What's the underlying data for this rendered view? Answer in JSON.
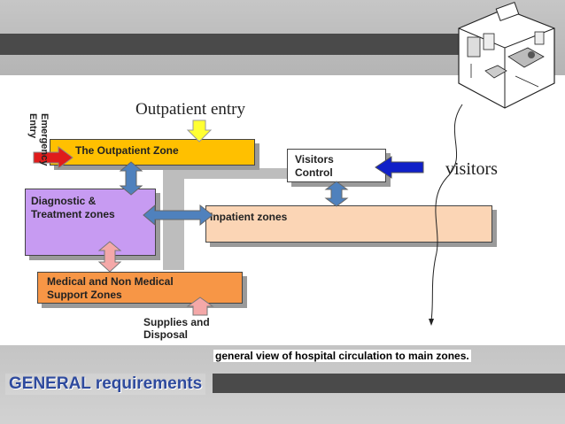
{
  "slide": {
    "section_title": "GENERAL requirements",
    "caption": "general view of hospital circulation to main zones."
  },
  "diagram": {
    "labels": {
      "outpatient_entry": "Outpatient entry",
      "emergency_entry": [
        "Emergency",
        "Entry"
      ],
      "visitors": "visitors",
      "supplies": [
        "Supplies and",
        "Disposal"
      ]
    },
    "zones": {
      "outpatient": "The Outpatient Zone",
      "visitors_control": [
        "Visitors",
        "Control"
      ],
      "diagnostic": [
        "Diagnostic &",
        "Treatment zones"
      ],
      "inpatient": "Inpatient zones",
      "support": [
        "Medical and Non Medical",
        "Support Zones"
      ]
    }
  },
  "colors": {
    "outpatient": "#ffc000",
    "diagnostic": "#c79bf2",
    "inpatient": "#fbd5b5",
    "support": "#f79646",
    "visitors_control": "#ffffff",
    "arrow_red": "#e01b1b",
    "arrow_yellow": "#ffff33",
    "arrow_blue": "#1020c8",
    "arrow_steel": "#4f81bd",
    "arrow_pink": "#f4a8a8",
    "corridor": "#bdbdbd"
  }
}
